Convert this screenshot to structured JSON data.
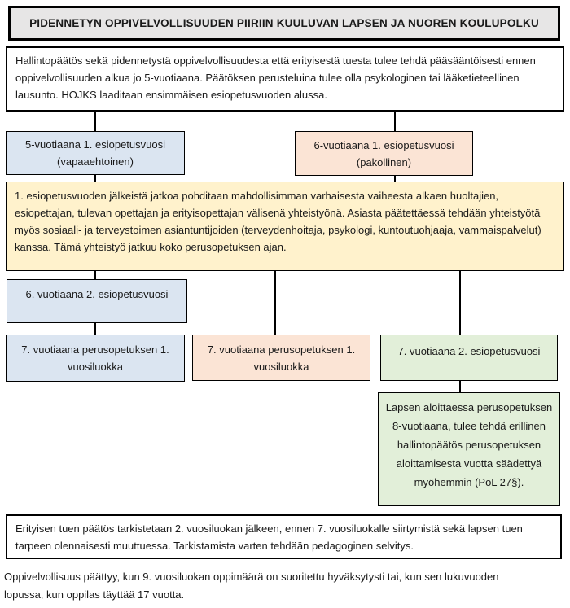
{
  "title": "PIDENNETYN OPPIVELVOLLISUUDEN PIIRIIN KUULUVAN LAPSEN JA NUOREN KOULUPOLKU",
  "colors": {
    "title_bg": "#e7e6e6",
    "blue_bg": "#dbe5f1",
    "pink_bg": "#fbe4d5",
    "yellow_bg": "#fff2cc",
    "green_bg": "#e2efd9",
    "line": "#000000"
  },
  "boxes": {
    "intro": "Hallintopäätös sekä pidennetystä oppivelvollisuudesta että erityisestä tuesta tulee tehdä pääsääntöisesti ennen oppivelvollisuuden alkua jo 5-vuotiaana. Päätöksen perusteluina tulee olla psykologinen tai lääketieteellinen lausunto. HOJKS laaditaan ensimmäisen esiopetusvuoden alussa.",
    "preschool_5": "5-vuotiaana 1. esiopetusvuosi (vapaaehtoinen)",
    "preschool_6": "6-vuotiaana 1. esiopetusvuosi (pakollinen)",
    "cooperation": "1. esiopetusvuoden jälkeistä jatkoa pohditaan mahdollisimman varhaisesta vaiheesta alkaen huoltajien, esiopettajan, tulevan opettajan ja erityisopettajan välisenä yhteistyönä. Asiasta päätettäessä tehdään yhteistyötä myös sosiaali- ja terveystoimen asiantuntijoiden (terveydenhoitaja, psykologi, kuntoutuohjaaja, vammaispalvelut) kanssa. Tämä yhteistyö jatkuu koko perusopetuksen ajan.",
    "second_preschool_6": "6. vuotiaana 2. esiopetusvuosi",
    "grade1_blue": "7. vuotiaana perusopetuksen 1. vuosiluokka",
    "grade1_pink": "7. vuotiaana perusopetuksen 1. vuosiluokka",
    "second_preschool_7": "7. vuotiaana 2. esiopetusvuosi",
    "late_start": "Lapsen aloittaessa perusopetuksen 8-vuotiaana, tulee tehdä erillinen hallintopäätös perusopetuksen aloittamisesta vuotta säädettyä myöhemmin (PoL 27§).",
    "review": "Erityisen tuen päätös tarkistetaan 2. vuosiluokan jälkeen, ennen 7. vuosiluokalle siirtymistä sekä lapsen tuen tarpeen olennaisesti muuttuessa. Tarkistamista varten tehdään pedagoginen selvitys.",
    "footer": "Oppivelvollisuus päättyy, kun 9. vuosiluokan oppimäärä on suoritettu hyväksytysti tai, kun sen lukuvuoden lopussa, kun oppilas täyttää 17 vuotta."
  }
}
